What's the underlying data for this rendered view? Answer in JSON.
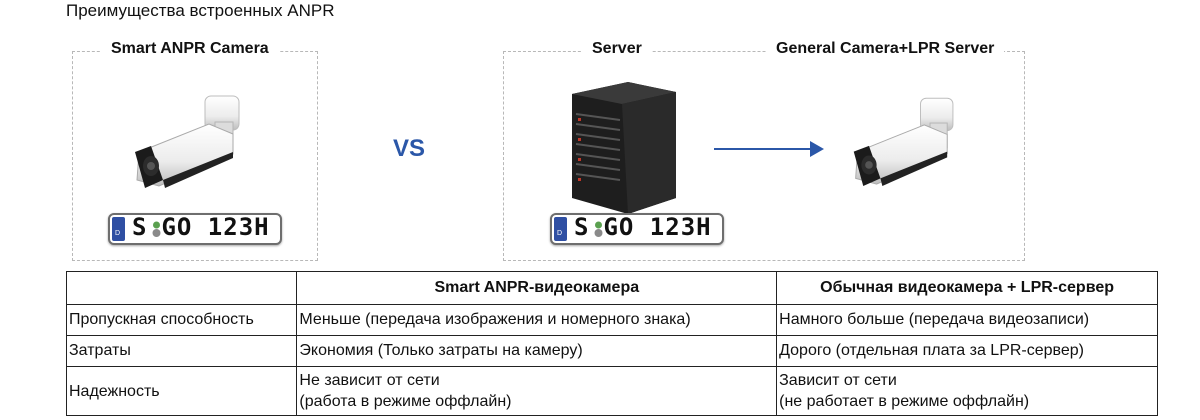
{
  "page_title": "Преимущества встроенных ANPR",
  "left_box": {
    "label": "Smart ANPR Camera"
  },
  "vs_label": "VS",
  "server_box": {
    "label": "Server"
  },
  "general_box": {
    "label": "General Camera+LPR Server"
  },
  "plate": {
    "text_prefix": "S",
    "text_suffix": "GO 123H",
    "country_code": "D"
  },
  "colors": {
    "accent": "#2b57a8",
    "plate_blue": "#2f4fa3",
    "dashed_border": "#b8b8b8"
  },
  "table": {
    "headers": [
      "",
      "Smart ANPR-видеокамера",
      "Обычная видеокамера + LPR-сервер"
    ],
    "rows": [
      {
        "label": "Пропускная способность",
        "smart": [
          "Меньше (передача изображения и номерного знака)"
        ],
        "general": [
          "Намного больше (передача видеозаписи)"
        ]
      },
      {
        "label": "Затраты",
        "smart": [
          "Экономия (Только затраты на камеру)"
        ],
        "general": [
          "Дорого (отдельная плата за LPR-сервер)"
        ]
      },
      {
        "label": "Надежность",
        "smart": [
          "Не зависит от сети",
          "(работа в режиме оффлайн)"
        ],
        "general": [
          "Зависит от сети",
          "(не работает в режиме оффлайн)"
        ]
      }
    ]
  }
}
